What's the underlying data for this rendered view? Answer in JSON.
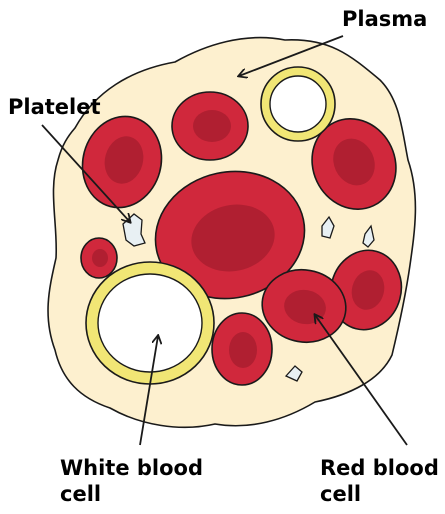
{
  "labels": {
    "plasma": "Plasma",
    "platelet": "Platelet",
    "white_blood_cell": [
      "White blood",
      "cell"
    ],
    "red_blood_cell": [
      "Red blood",
      "cell"
    ]
  },
  "colors": {
    "plasma_fill": "#FDF0CF",
    "outline": "#1A1A1A",
    "rbc_fill": "#D0283C",
    "rbc_center": "#B01F31",
    "wbc_ring": "#F1E675",
    "wbc_core": "#FFFFFF",
    "platelet_fill": "#E8F0F3",
    "label_text": "#000000"
  }
}
